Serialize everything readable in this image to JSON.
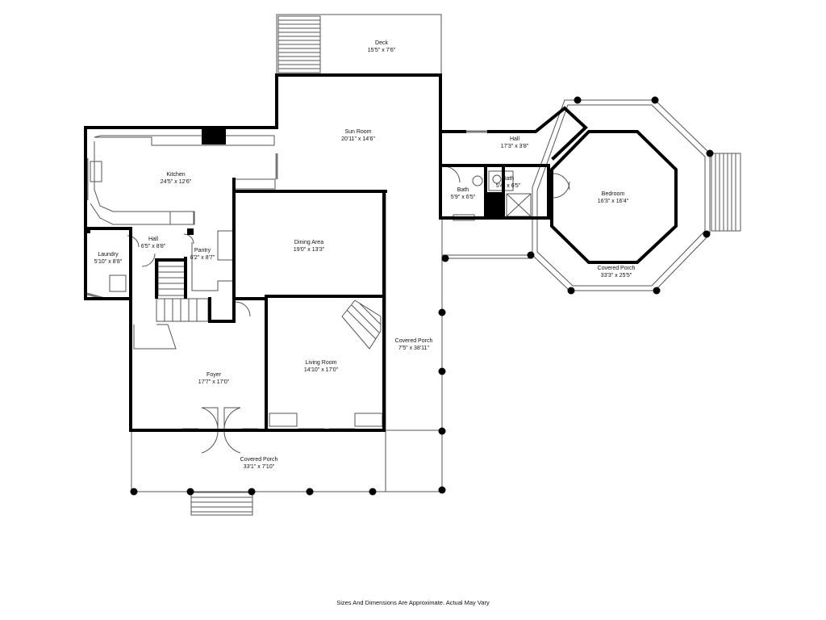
{
  "rooms": {
    "deck": {
      "name": "Deck",
      "dims": "15'5\" x 7'6\""
    },
    "sun_room": {
      "name": "Sun Room",
      "dims": "20'11\" x 14'6\""
    },
    "kitchen": {
      "name": "Kitchen",
      "dims": "24'5\" x 12'6\""
    },
    "hall_east": {
      "name": "Hall",
      "dims": "17'3\" x 3'8\""
    },
    "bedroom": {
      "name": "Bedroom",
      "dims": "16'3\" x 16'4\""
    },
    "bath_1": {
      "name": "Bath",
      "dims": "5'9\" x 6'5\""
    },
    "bath_2": {
      "name": "Bath",
      "dims": "5'4\" x 6'5\""
    },
    "laundry": {
      "name": "Laundry",
      "dims": "5'10\" x 8'8\""
    },
    "hall_west": {
      "name": "Hall",
      "dims": "6'5\" x 8'8\""
    },
    "pantry": {
      "name": "Pantry",
      "dims": "6'2\" x 8'7\""
    },
    "dining": {
      "name": "Dining Area",
      "dims": "19'0\" x 13'3\""
    },
    "porch_east": {
      "name": "Covered Porch",
      "dims": "33'3\" x 25'5\""
    },
    "porch_side": {
      "name": "Covered Porch",
      "dims": "7'5\" x 38'11\""
    },
    "living": {
      "name": "Living Room",
      "dims": "14'10\" x 17'0\""
    },
    "foyer": {
      "name": "Foyer",
      "dims": "17'7\" x 17'0\""
    },
    "porch_front": {
      "name": "Covered Porch",
      "dims": "33'1\" x 7'10\""
    }
  },
  "disclaimer": "Sizes And Dimensions Are Approximate. Actual May Vary",
  "colors": {
    "wall": "#000000",
    "thin_line": "#555555",
    "fill": "#ffffff"
  }
}
